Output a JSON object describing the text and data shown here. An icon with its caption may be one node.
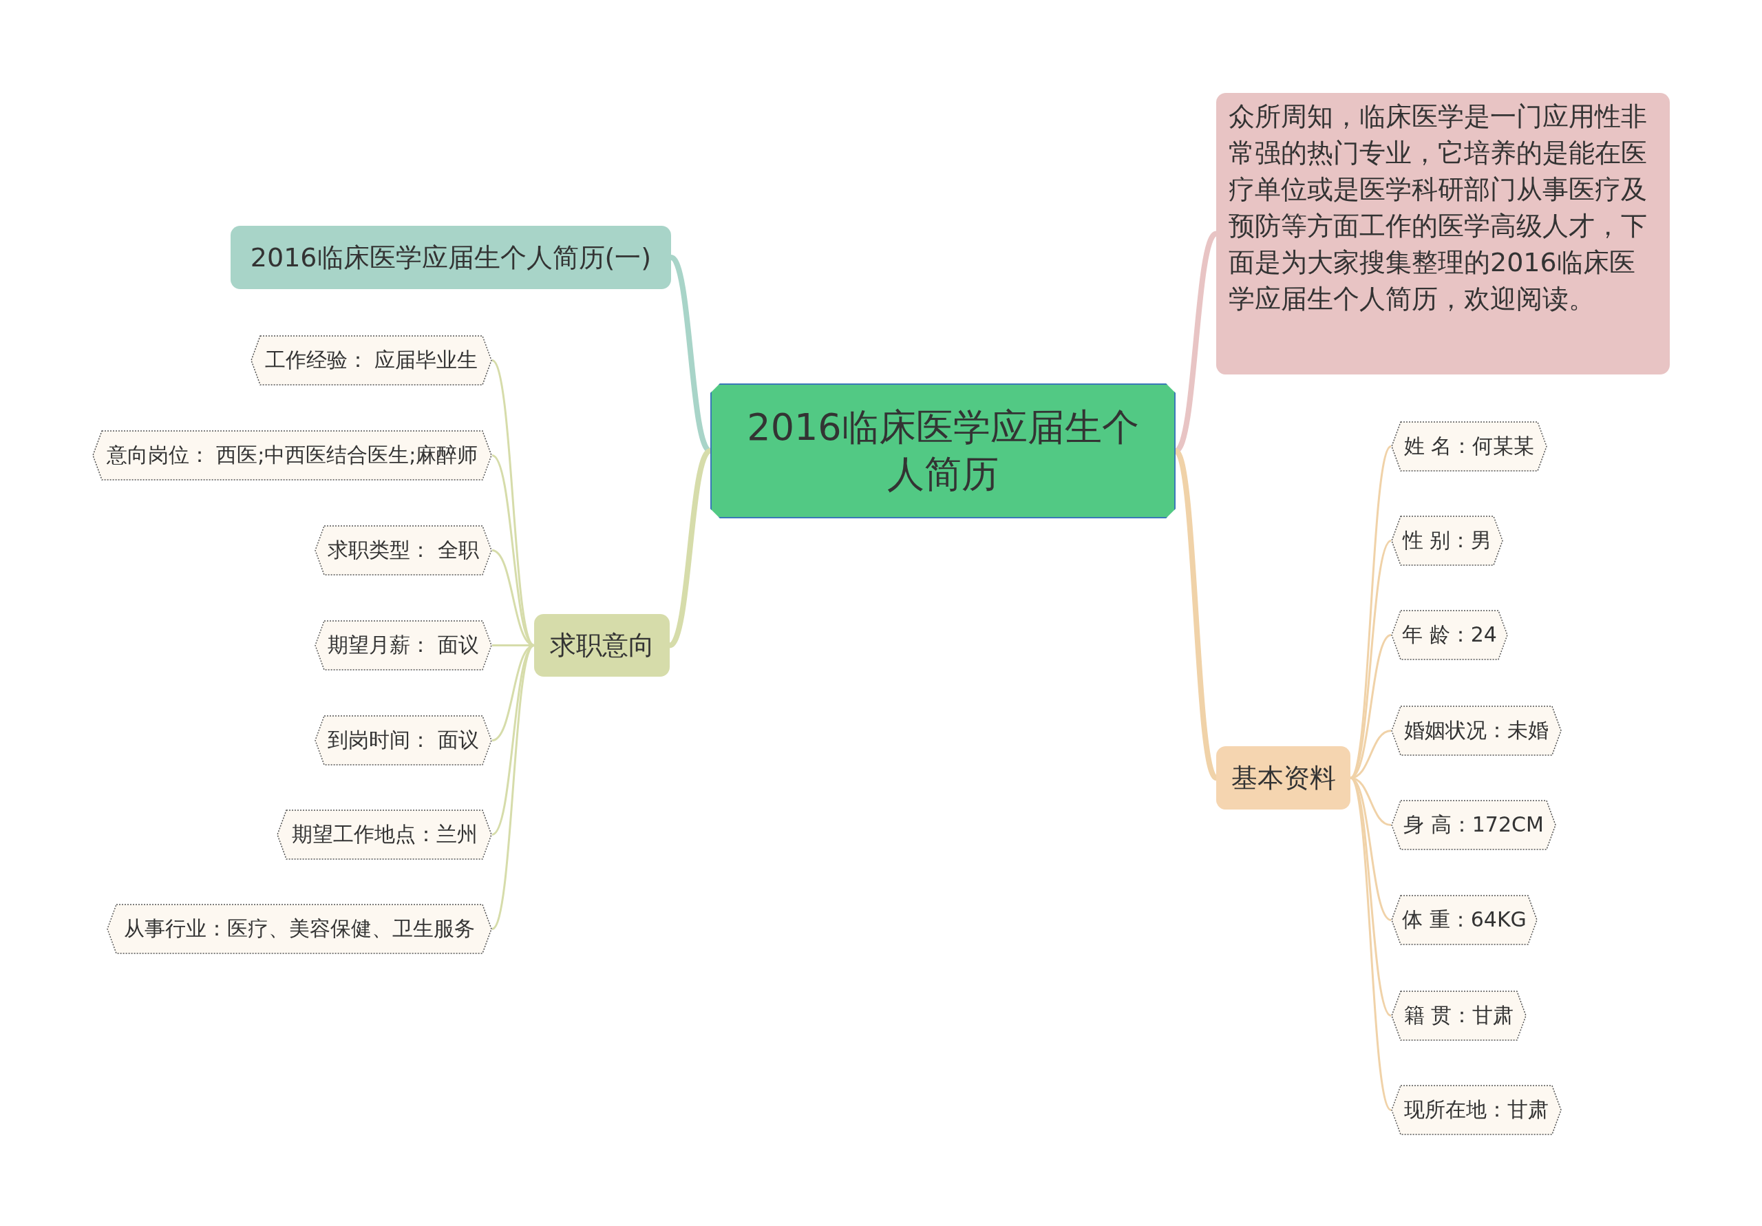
{
  "diagram": {
    "nodes": [
      {
        "text": [
          "2016临床医学应届生个人简历"
        ]
      },
      {
        "text": [
          "2016临床医学应届生个人简历(一)"
        ]
      },
      {
        "text": [
          "求职意向"
        ]
      },
      {
        "text": [
          "工作经验：  应届毕业生"
        ]
      },
      {
        "text": [
          "意向岗位：  西医;中西医结合医生;麻醉师"
        ]
      },
      {
        "text": [
          "求职类型：  全职"
        ]
      },
      {
        "text": [
          "期望月薪：  面议"
        ]
      },
      {
        "text": [
          "到岗时间：  面议"
        ]
      },
      {
        "text": [
          "期望工作地点：兰州"
        ]
      },
      {
        "text": [
          "从事行业：医疗、美容保健、卫生服务"
        ]
      },
      {
        "text": [
          "众所周知，临床医学是一门应用性非常强的热门专业，它培养的是能在医疗单位或是医学科研部门从事医疗及预防等方面工作的医学高级人才，下面是为大家搜集整理的2016临床医学应届生个人简历，欢迎阅读。"
        ]
      },
      {
        "text": [
          "基本资料"
        ]
      },
      {
        "text": [
          "姓 名：何某某"
        ]
      },
      {
        "text": [
          "性 别：男"
        ]
      },
      {
        "text": [
          "年 龄：24"
        ]
      },
      {
        "text": [
          "婚姻状况：未婚"
        ]
      },
      {
        "text": [
          "身 高：172CM"
        ]
      },
      {
        "text": [
          "体 重：64KG"
        ]
      },
      {
        "text": [
          "籍 贯：甘肃"
        ]
      },
      {
        "text": [
          "现所在地：甘肃"
        ]
      }
    ],
    "edges": [
      {
        "from": 0,
        "to": 1,
        "arrow": "none",
        "style": "thick",
        "color": "#a8d4c8"
      },
      {
        "from": 0,
        "to": 2,
        "arrow": "none",
        "style": "thick",
        "color": "#d6dcaa"
      },
      {
        "from": 2,
        "to": 3,
        "arrow": "none",
        "color": "#d6dcaa"
      },
      {
        "from": 2,
        "to": 4,
        "arrow": "none",
        "color": "#d6dcaa"
      },
      {
        "from": 2,
        "to": 5,
        "arrow": "none",
        "color": "#d6dcaa"
      },
      {
        "from": 2,
        "to": 6,
        "arrow": "none",
        "color": "#d6dcaa"
      },
      {
        "from": 2,
        "to": 7,
        "arrow": "none",
        "color": "#d6dcaa"
      },
      {
        "from": 2,
        "to": 8,
        "arrow": "none",
        "color": "#d6dcaa"
      },
      {
        "from": 2,
        "to": 9,
        "arrow": "none",
        "color": "#d6dcaa"
      },
      {
        "from": 0,
        "to": 10,
        "arrow": "none",
        "style": "thick",
        "color": "#e8c4c4"
      },
      {
        "from": 0,
        "to": 11,
        "arrow": "none",
        "style": "thick"
      },
      {
        "from": 11,
        "to": 12,
        "arrow": "none"
      },
      {
        "from": 11,
        "to": 13,
        "arrow": "none"
      },
      {
        "from": 11,
        "to": 14,
        "arrow": "none"
      },
      {
        "from": 11,
        "to": 15,
        "arrow": "none"
      },
      {
        "from": 11,
        "to": 16,
        "arrow": "none"
      },
      {
        "from": 11,
        "to": 17,
        "arrow": "none"
      },
      {
        "from": 11,
        "to": 18,
        "arrow": "none"
      },
      {
        "from": 11,
        "to": 19,
        "arrow": "none"
      }
    ]
  }
}
